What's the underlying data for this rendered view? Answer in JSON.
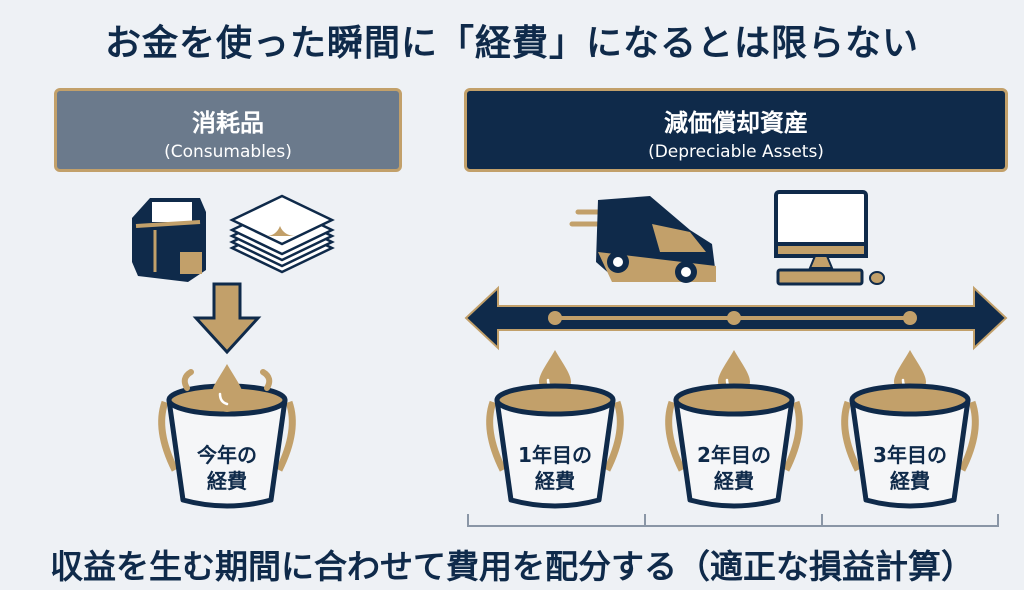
{
  "title": "お金を使った瞬間に「経費」になるとは限らない",
  "categories": {
    "consumables": {
      "jp": "消耗品",
      "en": "(Consumables)"
    },
    "depreciable": {
      "jp": "減価償却資産",
      "en": "(Depreciable Assets)"
    }
  },
  "buckets": {
    "this_year": {
      "line1": "今年の",
      "line2": "経費"
    },
    "year1": {
      "line1": "1年目の",
      "line2": "経費"
    },
    "year2": {
      "line1": "2年目の",
      "line2": "経費"
    },
    "year3": {
      "line1": "3年目の",
      "line2": "経費"
    }
  },
  "footer": "収益を生む期間に合わせて費用を配分する（適正な損益計算）",
  "colors": {
    "navy": "#0f2a4a",
    "gold": "#c2a06a",
    "slate": "#6b7a8c",
    "background": "#eef1f5"
  }
}
